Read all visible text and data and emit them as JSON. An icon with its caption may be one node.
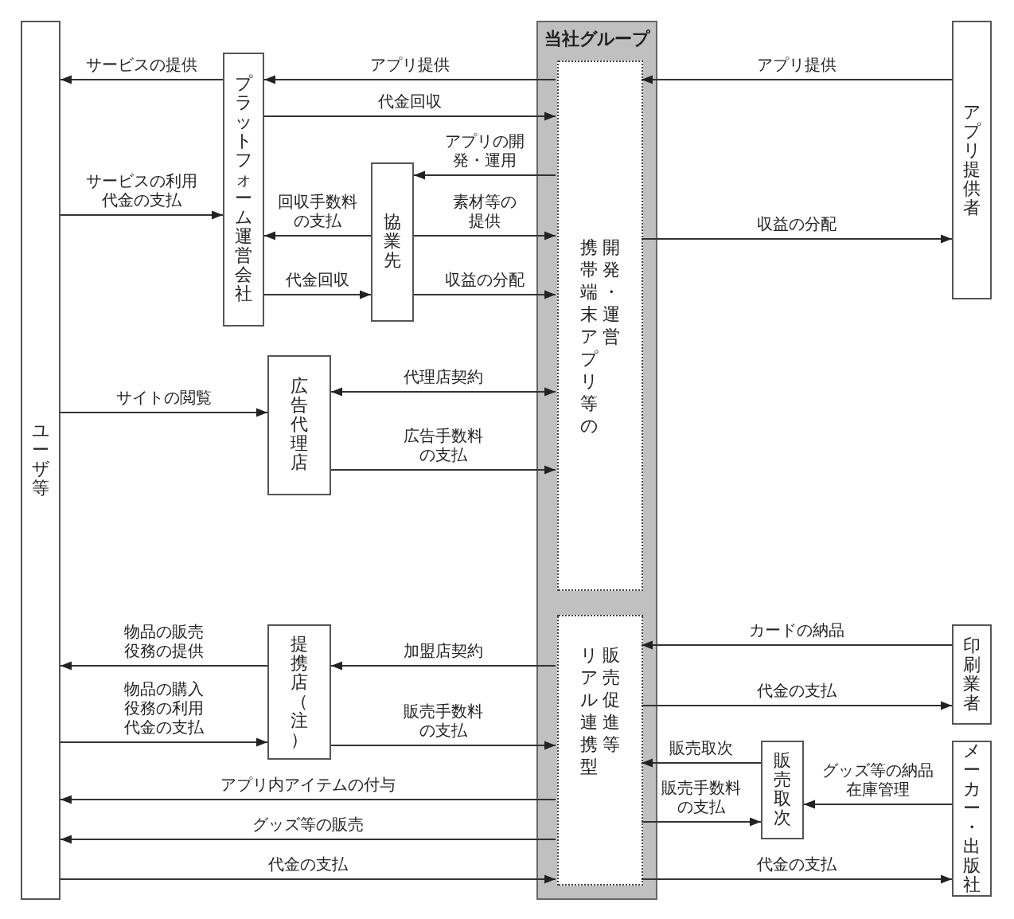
{
  "diagram": {
    "nodes": [
      {
        "text": [
          "ユーザ等"
        ]
      },
      {
        "text": [
          "当社グループ"
        ]
      },
      {
        "text": [
          "携帯端末アプリ等の",
          "開発・運営"
        ],
        "in": 1
      },
      {
        "text": [
          "アプリ提供者"
        ]
      },
      {
        "text": [
          "プラットフォーム運営会社"
        ]
      },
      {
        "text": [
          "協業先"
        ]
      },
      {
        "text": [
          "広告代理店"
        ]
      },
      {
        "text": [
          "リアル連携型",
          "販売促進等"
        ],
        "in": 1
      },
      {
        "text": [
          "提携店（注）"
        ]
      },
      {
        "text": [
          "印刷業者"
        ]
      },
      {
        "text": [
          "販売取次"
        ]
      },
      {
        "text": [
          "メーカー・出版社"
        ]
      }
    ],
    "edges": [
      {
        "from": 4,
        "to": 0,
        "arrow": "to",
        "label": "サービスの提供"
      },
      {
        "from": 2,
        "to": 4,
        "arrow": "to",
        "label": "アプリ提供"
      },
      {
        "from": 3,
        "to": 2,
        "arrow": "to",
        "label": "アプリ提供"
      },
      {
        "from": 4,
        "to": 2,
        "arrow": "to",
        "label": "代金回収"
      },
      {
        "from": 2,
        "to": 5,
        "arrow": "to",
        "label": "アプリの開発・運用"
      },
      {
        "from": 0,
        "to": 4,
        "arrow": "to",
        "label": "サービスの利用代金の支払"
      },
      {
        "from": 5,
        "to": 4,
        "arrow": "to",
        "label": "回収手数料の支払"
      },
      {
        "from": 5,
        "to": 2,
        "arrow": "to",
        "label": "素材等の提供"
      },
      {
        "from": 2,
        "to": 3,
        "arrow": "to",
        "label": "収益の分配"
      },
      {
        "from": 4,
        "to": 5,
        "arrow": "to",
        "label": "代金回収"
      },
      {
        "from": 5,
        "to": 2,
        "arrow": "to",
        "label": "収益の分配"
      },
      {
        "from": 0,
        "to": 6,
        "arrow": "to",
        "label": "サイトの閲覧"
      },
      {
        "from": 6,
        "to": 2,
        "arrow": "both",
        "label": "代理店契約"
      },
      {
        "from": 6,
        "to": 2,
        "arrow": "to",
        "label": "広告手数料の支払"
      },
      {
        "from": 9,
        "to": 7,
        "arrow": "to",
        "label": "カードの納品"
      },
      {
        "from": 8,
        "to": 0,
        "arrow": "to",
        "label": "物品の販売役務の提供"
      },
      {
        "from": 7,
        "to": 8,
        "arrow": "to",
        "label": "加盟店契約"
      },
      {
        "from": 7,
        "to": 9,
        "arrow": "to",
        "label": "代金の支払"
      },
      {
        "from": 0,
        "to": 8,
        "arrow": "to",
        "label": "物品の購入役務の利用代金の支払"
      },
      {
        "from": 8,
        "to": 7,
        "arrow": "to",
        "label": "販売手数料の支払"
      },
      {
        "from": 10,
        "to": 7,
        "arrow": "to",
        "label": "販売取次"
      },
      {
        "from": 11,
        "to": 10,
        "arrow": "to",
        "label": "グッズ等の納品在庫管理"
      },
      {
        "from": 7,
        "to": 10,
        "arrow": "to",
        "label": "販売手数料の支払"
      },
      {
        "from": 7,
        "to": 0,
        "arrow": "to",
        "label": "アプリ内アイテムの付与"
      },
      {
        "from": 7,
        "to": 0,
        "arrow": "to",
        "label": "グッズ等の販売"
      },
      {
        "from": 0,
        "to": 7,
        "arrow": "to",
        "label": "代金の支払"
      },
      {
        "from": 7,
        "to": 11,
        "arrow": "to",
        "label": "代金の支払"
      }
    ]
  }
}
